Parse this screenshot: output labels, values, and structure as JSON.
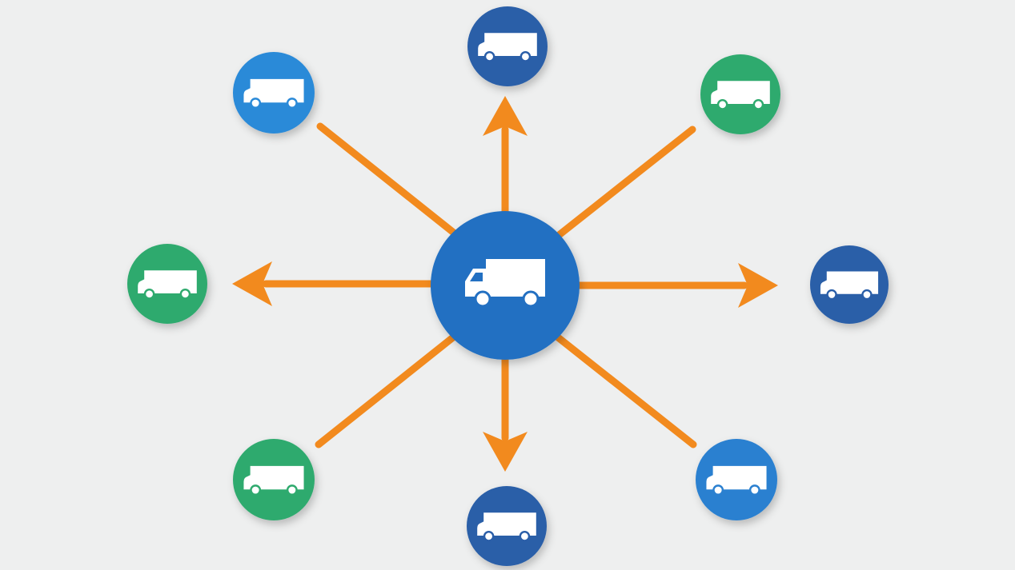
{
  "diagram": {
    "type": "hub-and-spoke",
    "hub": {
      "icon": "delivery-truck-icon",
      "color": "#2370c2"
    },
    "spoke_color": "#f28a1e",
    "background": "#eeefef",
    "nodes": [
      {
        "id": "top",
        "icon": "delivery-van-icon",
        "color": "#2a5ea8",
        "connector": "arrow"
      },
      {
        "id": "top-right",
        "icon": "delivery-van-icon",
        "color": "#2faa6e",
        "connector": "line"
      },
      {
        "id": "right",
        "icon": "delivery-van-icon",
        "color": "#2a5ea8",
        "connector": "arrow"
      },
      {
        "id": "bottom-right",
        "icon": "delivery-van-icon",
        "color": "#2b80d0",
        "connector": "line"
      },
      {
        "id": "bottom",
        "icon": "delivery-van-icon",
        "color": "#2a5ea8",
        "connector": "arrow"
      },
      {
        "id": "bottom-left",
        "icon": "delivery-van-icon",
        "color": "#2faa6e",
        "connector": "line"
      },
      {
        "id": "left",
        "icon": "delivery-van-icon",
        "color": "#2faa6e",
        "connector": "arrow"
      },
      {
        "id": "top-left",
        "icon": "delivery-van-icon",
        "color": "#2b8ad8",
        "connector": "line"
      }
    ]
  }
}
